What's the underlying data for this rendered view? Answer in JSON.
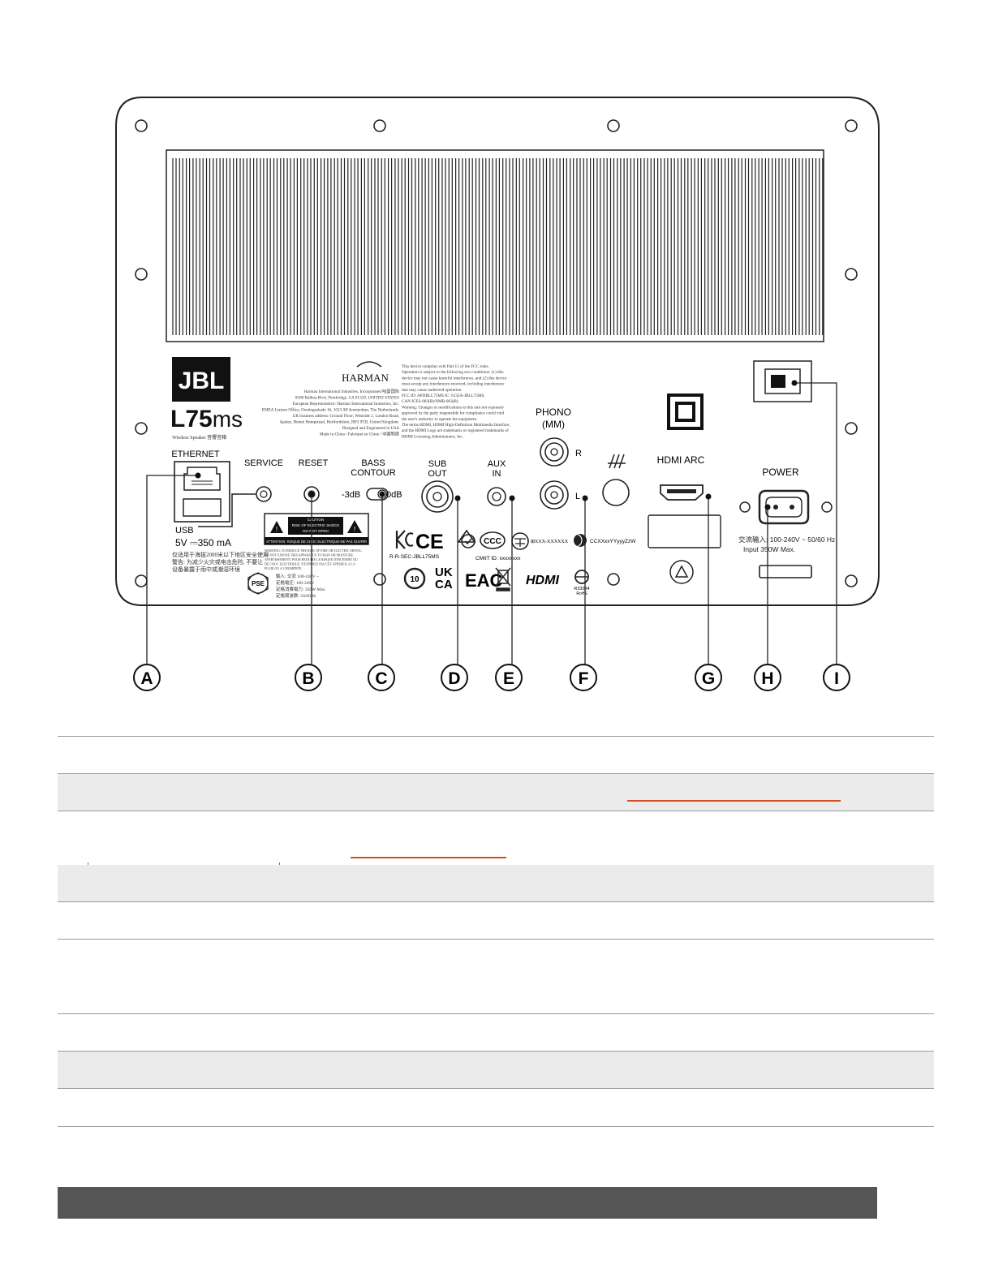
{
  "panel": {
    "brand_logo": "JBL",
    "model_prefix": "L75",
    "model_suffix": "ms",
    "model_caption": "Wireless Speaker 音響音箱",
    "harman_logo": "HARMAN",
    "labels": {
      "ethernet": "ETHERNET",
      "usb": "USB",
      "usb_power": "5V ⎓350 mA",
      "service": "SERVICE",
      "reset": "RESET",
      "bass_contour_1": "BASS",
      "bass_contour_2": "CONTOUR",
      "bass_minus": "-3dB",
      "bass_zero": "0dB",
      "sub_out_1": "SUB",
      "sub_out_2": "OUT",
      "aux_in_1": "AUX",
      "aux_in_2": "IN",
      "phono_1": "PHONO",
      "phono_2": "(MM)",
      "phono_r": "R",
      "phono_l": "L",
      "hdmi_arc": "HDMI ARC",
      "power": "POWER",
      "power_spec_1": "交流输入: 100-240V ~ 50/60  Hz",
      "power_spec_2": "Input   350W  Max.",
      "hdmi_logo": "HDMI",
      "pse": "PSE",
      "rcm_id": "R-R-SEC-JBLL75MS",
      "cmiit": "CMIIT ID: xxxxxxxx",
      "ncc": "CCXXxxYYyyyZzW",
      "eac": "EAC",
      "ukca_1": "UK",
      "ukca_2": "CA",
      "ce": "CE",
      "rohs_1": "R33034",
      "rohs_2": "RoHS"
    },
    "manufacturer_text": [
      "Harman International Industries, Incorporated     哈曼国际",
      "8500 Balboa Blvd, Northridge, CA 91329, UNITED STATES",
      "European Representative: Harman International Industries, Inc.",
      "EMEA Liaison Office, Oostingsekade 16, 1013 AP Amsterdam, The Netherlands.",
      "UK business address: Ground Floor, Westside 2, London Road,",
      "Apsley, Hemel Hempstead, Hertfordshire, HP3 9TD, United Kingdom.",
      "Designed and Engineered in USA",
      "Made in China / Fabriqué en Chine / 中国制造"
    ],
    "fcc_text": [
      "This device complies with Part 15 of the FCC rules.",
      "Operation is subject to the following two conditions: (1) this",
      "device may not cause harmful interference, and (2) this device",
      "must accept any interference received, including interference",
      "that may cause undesired operation.",
      "FCC ID: APIJBLL75MS   IC: 6132A-JBLL75MS.",
      "CAN ICES-003(B)/NMB-003(B)",
      "Warning: Changes or modifications to this unit not expressly",
      "approved by the party responsible for compliance could void",
      "the user's authority to operate the equipment.",
      "The terms HDMI, HDMI High-Definition Multimedia Interface,",
      "and the HDMI Logo are trademarks or registered trademarks of",
      "HDMI Licensing Administrator, Inc."
    ],
    "caution_label": {
      "line_1": "CAUTION",
      "line_2": "RISK OF ELECTRIC SHOCK",
      "line_3": "DO NOT OPEN",
      "line_4": "ATTENTION: RISQUE DE CHOC ELECTRIQUE-NE PAS OUVRIR"
    },
    "warning_text": [
      "WARNING: TO REDUCE THE RISK OF FIRE OR ELECTRIC SHOCK,",
      "DO NOT EXPOSE THIS APPARATUS TO RAIN OR MOISTURE.",
      "AVERTISSEMENT: POUR REDUIRE LE RISQUE D'INCENDIE OU",
      "DE CHOC ELECTRIQUE, N'EXPOSEZ PAS CET APPAREIL A LA",
      "PLUIE OU A L'HUMIDITE."
    ],
    "chinese_text_left": [
      "仅适用于海拔2000米以下地区安全使用",
      "警告: 为减少火灾或电击危险, 不要让",
      "设备暴露于雨中或潮湿环境"
    ],
    "pse_text": [
      "輸入: 交流 100-240V ~",
      "定格電圧: 100-240V",
      "定格消費電力: 350W Max",
      "定格周波数: 50/60Hz"
    ]
  },
  "callouts": [
    "A",
    "B",
    "C",
    "D",
    "E",
    "F",
    "G",
    "H",
    "I"
  ]
}
